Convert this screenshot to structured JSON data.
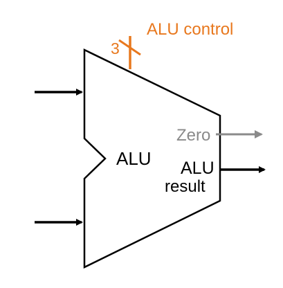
{
  "diagram": {
    "control_bits": "3",
    "control_label": "ALU control",
    "center_label": "ALU",
    "zero_label": "Zero",
    "result_label_line1": "ALU",
    "result_label_line2": "result"
  },
  "colors": {
    "control": "#E8781E",
    "zero": "#8A8A8A",
    "body": "#000000",
    "background": "#FFFFFF"
  }
}
